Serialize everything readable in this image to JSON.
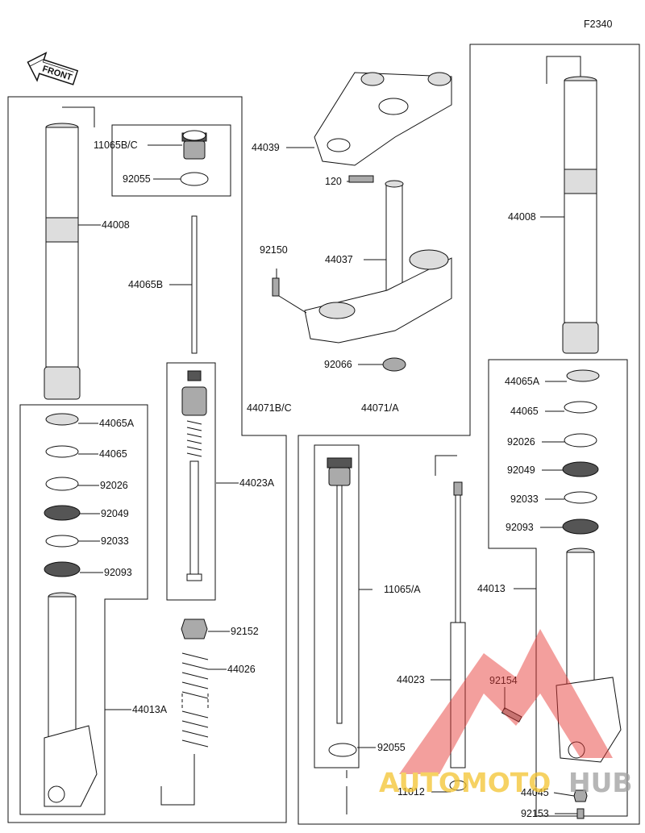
{
  "figure_code": "F2340",
  "front_label": "FRONT",
  "watermark": {
    "part1": "AUTOMOTO",
    "part2": "HUB",
    "color1": "#f4c430",
    "color2": "#9e9e9e",
    "accent": "#e53935"
  },
  "labels": {
    "p11065bc": "11065B/C",
    "p92055_top": "92055",
    "p44008_left": "44008",
    "p44065b": "44065B",
    "p44039": "44039",
    "p120": "120",
    "p92150": "92150",
    "p44037": "44037",
    "p92066": "92066",
    "p44008_right": "44008",
    "p44071bc": "44071B/C",
    "p44071a": "44071/A",
    "p44023a": "44023A",
    "p92152": "92152",
    "p44026": "44026",
    "p44065a_left": "44065A",
    "p44065_left": "44065",
    "p92026_left": "92026",
    "p92049_left": "92049",
    "p92033_left": "92033",
    "p92093_left": "92093",
    "p44013a": "44013A",
    "p44065a_right": "44065A",
    "p44065_right": "44065",
    "p92026_right": "92026",
    "p92049_right": "92049",
    "p92033_right": "92033",
    "p92093_right": "92093",
    "p44013": "44013",
    "p11065a": "11065/A",
    "p44023": "44023",
    "p92154": "92154",
    "p92055_bottom": "92055",
    "p11012": "11012",
    "p44045": "44045",
    "p92153": "92153"
  }
}
